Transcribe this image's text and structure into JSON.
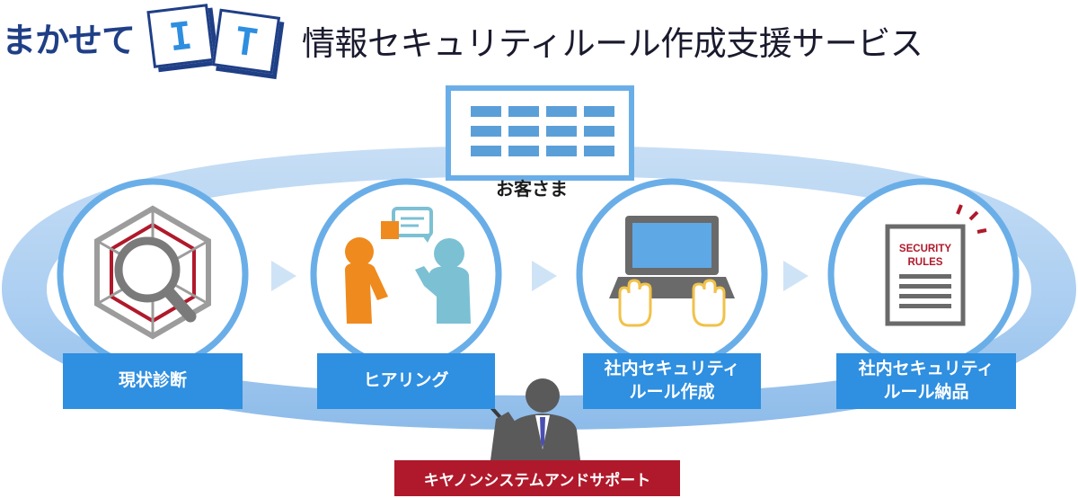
{
  "header": {
    "prefix": "まかせて",
    "it_letters": [
      "I",
      "T"
    ],
    "title": "情報セキュリティルール作成支援サービス"
  },
  "customer": {
    "label": "お客さま"
  },
  "steps": [
    {
      "label": "現状診断",
      "icon": "hexagon-magnifier-icon"
    },
    {
      "label": "ヒアリング",
      "icon": "conversation-icon"
    },
    {
      "label": "社内セキュリティ\nルール作成",
      "icon": "laptop-typing-icon"
    },
    {
      "label": "社内セキュリティ\nルール納品",
      "icon": "security-rules-document-icon"
    }
  ],
  "document": {
    "line1": "SECURITY",
    "line2": "RULES"
  },
  "vendor": {
    "label": "キヤノンシステムアンドサポート"
  },
  "colors": {
    "navy": "#1f3f86",
    "accent_blue": "#2f8fe0",
    "ring_blue": "#6aaee8",
    "ellipse_blue": "#a9cdf1",
    "building_blue": "#5b9fd9",
    "vendor_red": "#b0192b",
    "orange": "#ef8a1e",
    "teal": "#7cc0d4"
  }
}
